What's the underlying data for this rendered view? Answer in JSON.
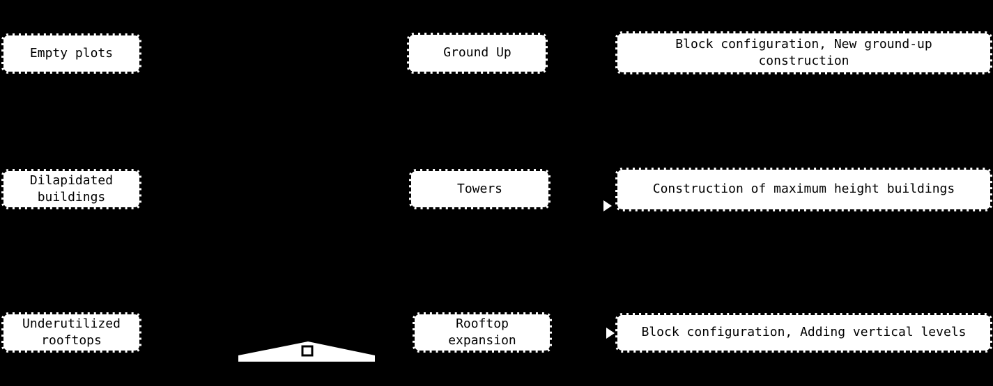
{
  "diagram": {
    "title": "redevelopment opportunities to strategies mapping",
    "colors": {
      "background": "#000000",
      "node_fill": "#ffffff",
      "node_text": "#000000",
      "connector_arrowhead": "#ffffff"
    },
    "node_border_style": "dashed",
    "rows": [
      {
        "source": "Empty plots",
        "strategy": "Ground Up",
        "outcome": "Block configuration, New ground-up construction"
      },
      {
        "source": "Dilapidated buildings",
        "strategy": "Towers",
        "outcome": "Construction of maximum height buildings"
      },
      {
        "source": "Underutilized rooftops",
        "strategy": "Rooftop expansion",
        "outcome": "Block configuration, Adding vertical levels"
      }
    ],
    "icons": [
      {
        "name": "rooftop-icon",
        "description": "white flat roof silhouette with small square window, bottom center"
      },
      {
        "name": "connector-arrowhead-icon",
        "description": "small white arrow tips at left edge of outcome boxes rows 2 and 3"
      }
    ]
  }
}
